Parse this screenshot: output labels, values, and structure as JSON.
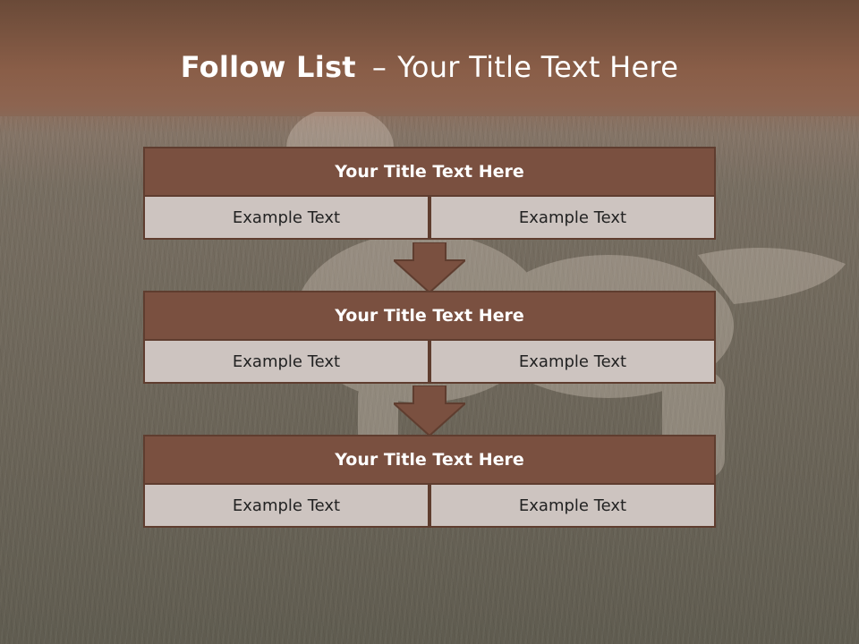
{
  "slide": {
    "title_bold": "Follow List",
    "title_dash": "–",
    "title_rest": "Your Title Text Here",
    "blocks": [
      {
        "heading": "Your Title Text Here",
        "left": "Example Text",
        "right": "Example Text"
      },
      {
        "heading": "Your Title Text Here",
        "left": "Example Text",
        "right": "Example Text"
      },
      {
        "heading": "Your Title Text Here",
        "left": "Example Text",
        "right": "Example Text"
      }
    ]
  },
  "colors": {
    "header_bar": "#8a5e48",
    "block_heading": "#7a5040",
    "block_border": "#5f3d2f",
    "cell_fill": "#cdc4c0",
    "arrow": "#7a5040"
  }
}
